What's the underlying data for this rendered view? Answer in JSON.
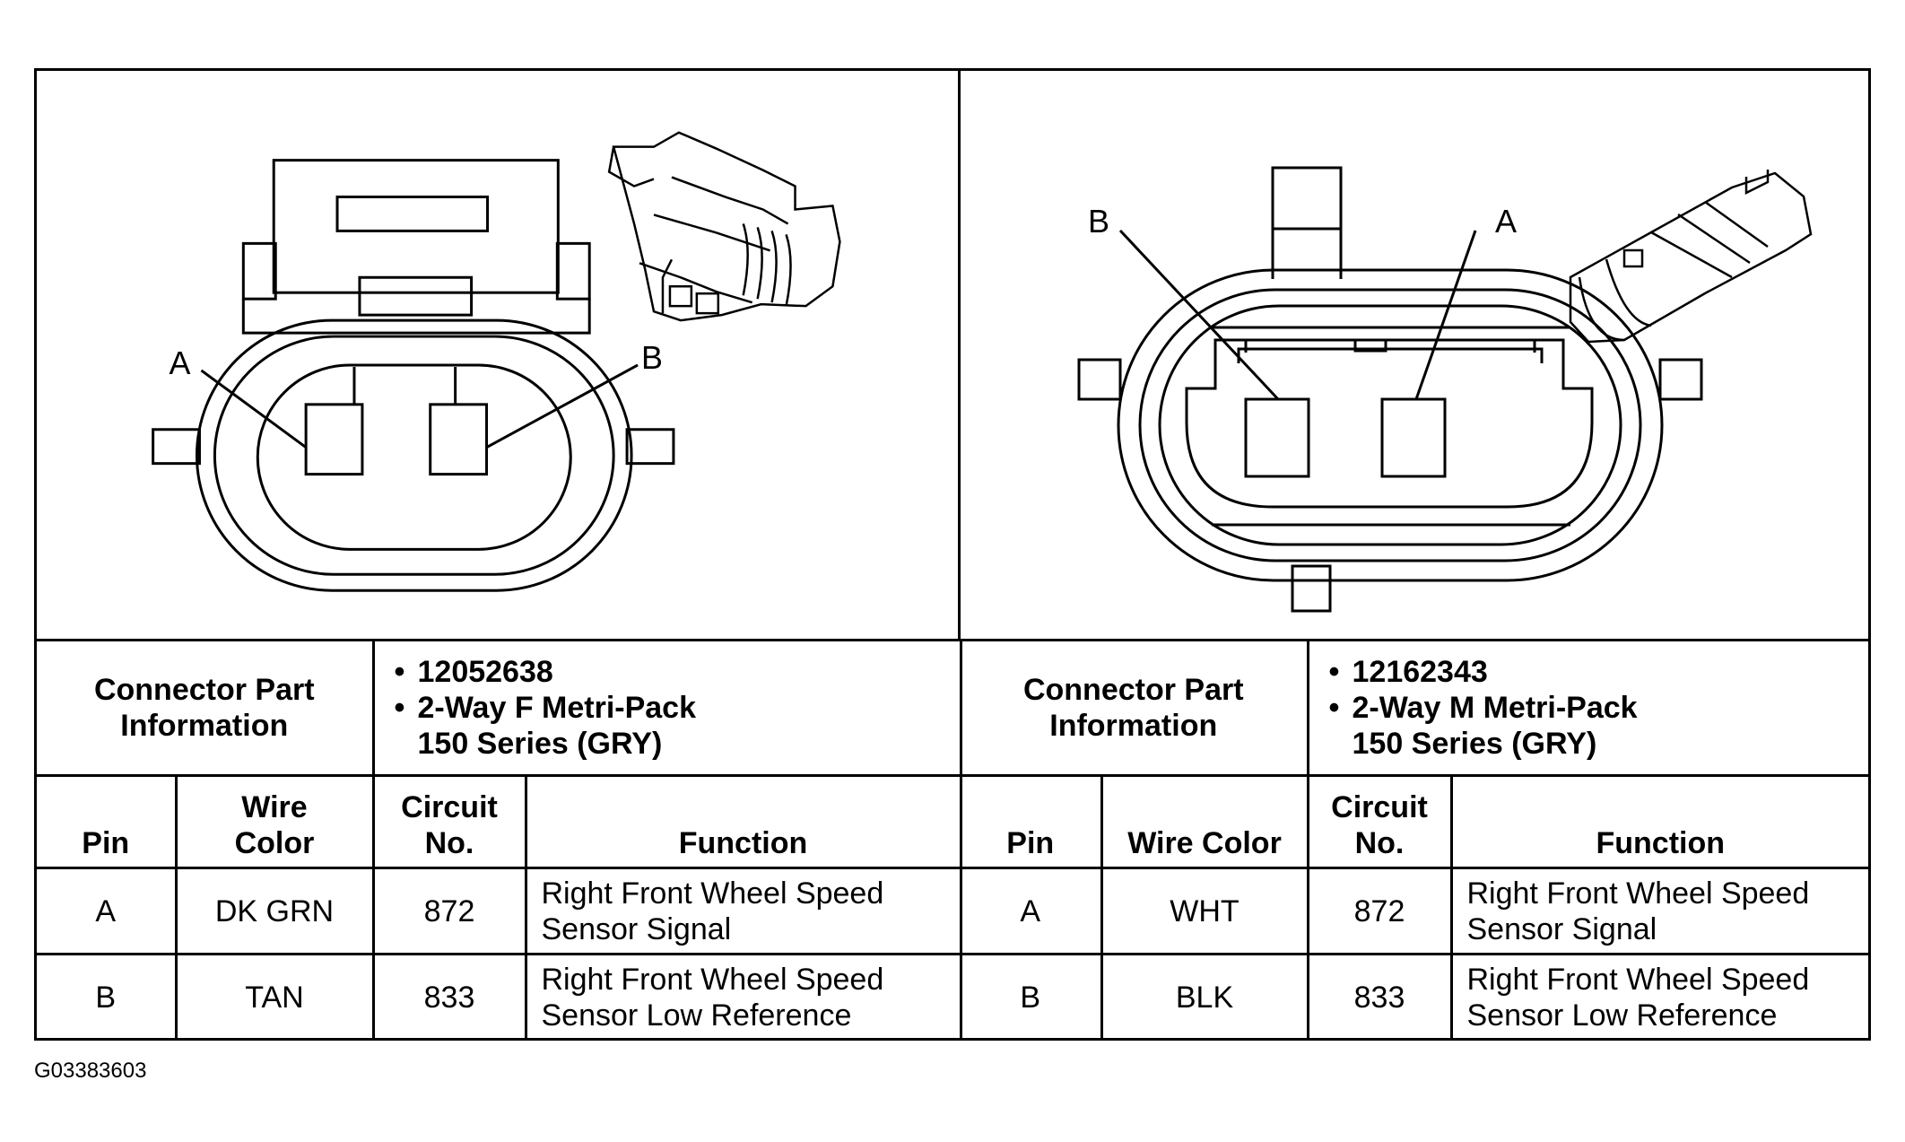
{
  "left": {
    "callouts": {
      "a": "A",
      "b": "B"
    },
    "info_label": [
      "Connector Part",
      "Information"
    ],
    "info_lines": [
      "12052638",
      "2-Way F Metri-Pack",
      "150 Series (GRY)"
    ],
    "headers": {
      "pin": "Pin",
      "wire_color": [
        "Wire",
        "Color"
      ],
      "circuit": [
        "Circuit",
        "No."
      ],
      "function": "Function"
    },
    "rows": [
      {
        "pin": "A",
        "wire_color": "DK GRN",
        "circuit": "872",
        "function": [
          "Right Front Wheel Speed",
          "Sensor Signal"
        ]
      },
      {
        "pin": "B",
        "wire_color": "TAN",
        "circuit": "833",
        "function": [
          "Right Front Wheel Speed",
          "Sensor Low Reference"
        ]
      }
    ]
  },
  "right": {
    "callouts": {
      "a": "A",
      "b": "B"
    },
    "info_label": [
      "Connector Part",
      "Information"
    ],
    "info_lines": [
      "12162343",
      "2-Way M Metri-Pack",
      "150 Series (GRY)"
    ],
    "headers": {
      "pin": "Pin",
      "wire_color": "Wire Color",
      "circuit": [
        "Circuit",
        "No."
      ],
      "function": "Function"
    },
    "rows": [
      {
        "pin": "A",
        "wire_color": "WHT",
        "circuit": "872",
        "function": [
          "Right Front Wheel Speed",
          "Sensor Signal"
        ]
      },
      {
        "pin": "B",
        "wire_color": "BLK",
        "circuit": "833",
        "function": [
          "Right Front Wheel Speed",
          "Sensor Low Reference"
        ]
      }
    ]
  },
  "figure_id": "G03383603"
}
